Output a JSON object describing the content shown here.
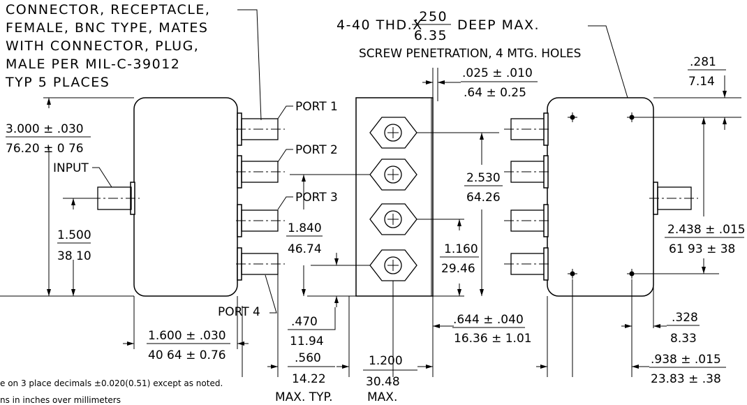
{
  "callouts": {
    "connector": [
      "CONNECTOR, RECEPTACLE,",
      "FEMALE, BNC TYPE, MATES",
      "WITH CONNECTOR, PLUG,",
      "MALE PER MIL-C-39012",
      "TYP  5 PLACES"
    ],
    "thread_prefix": "4-40 THD.X",
    "thread_num": ".250",
    "thread_den": "6.35",
    "thread_suffix": "DEEP MAX.",
    "screw": "SCREW PENETRATION, 4 MTG. HOLES"
  },
  "ports": {
    "port1": "PORT 1",
    "port2": "PORT 2",
    "port3": "PORT 3",
    "port4": "PORT 4",
    "input": "INPUT"
  },
  "dims": {
    "d3000_in": "3.000 ± .030",
    "d3000_mm": "76.20 ± 0 76",
    "d1500_in": "1.500",
    "d1500_mm": "38 10",
    "d1600_in": "1.600 ± .030",
    "d1600_mm": "40 64 ± 0.76",
    "d1840_in": "1.840",
    "d1840_mm": "46.74",
    "d025_in": ".025 ± .010",
    "d025_mm": ".64 ± 0.25",
    "d2530_in": "2.530",
    "d2530_mm": "64.26",
    "d1160_in": "1.160",
    "d1160_mm": "29.46",
    "d470_in": ".470",
    "d470_mm": "11.94",
    "d560_in": ".560",
    "d560_mm": "14.22",
    "d560_note": "MAX. TYP.",
    "d1200_in": "1.200",
    "d1200_mm": "30.48",
    "d1200_note": "MAX.",
    "d644_in": ".644 ± .040",
    "d644_mm": "16.36 ± 1.01",
    "d281_in": ".281",
    "d281_mm": "7.14",
    "d2438_in": "2.438 ± .015",
    "d2438_mm": "61 93 ± 38",
    "d328_in": ".328",
    "d328_mm": "8.33",
    "d938_in": ".938 ± .015",
    "d938_mm": "23.83 ± .38"
  },
  "notes": {
    "line1": "e on 3 place decimals ±0.020(0.51) except as noted.",
    "line2": "ns in inches over millimeters"
  }
}
